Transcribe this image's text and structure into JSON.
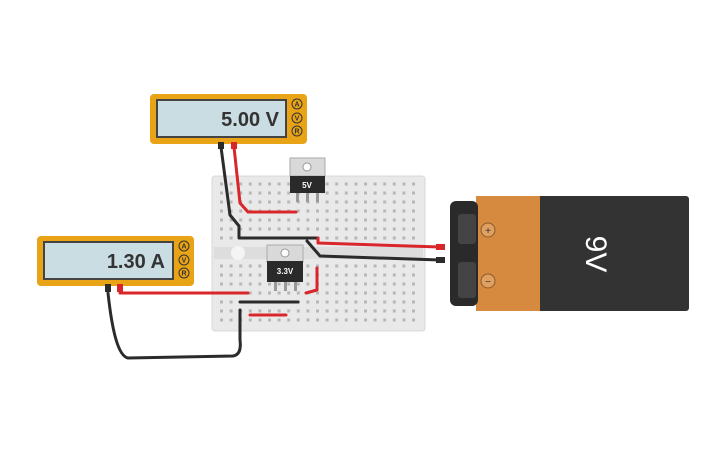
{
  "voltmeter": {
    "reading": "5.00 V",
    "buttons": [
      "A",
      "V",
      "R"
    ]
  },
  "ammeter": {
    "reading": "1.30 A",
    "buttons": [
      "A",
      "V",
      "R"
    ]
  },
  "regulator_5v": {
    "label": "5V"
  },
  "regulator_3v3": {
    "label": "3.3V"
  },
  "battery": {
    "label": "9V",
    "positive": "+",
    "negative": "−"
  },
  "colors": {
    "meter_frame": "#e8a317",
    "meter_display": "#c9dde3",
    "wire_red": "#d9262b",
    "wire_black": "#2b2b2b",
    "battery_body": "#333333",
    "battery_copper": "#d68a3f",
    "breadboard": "#e9e9e9"
  }
}
